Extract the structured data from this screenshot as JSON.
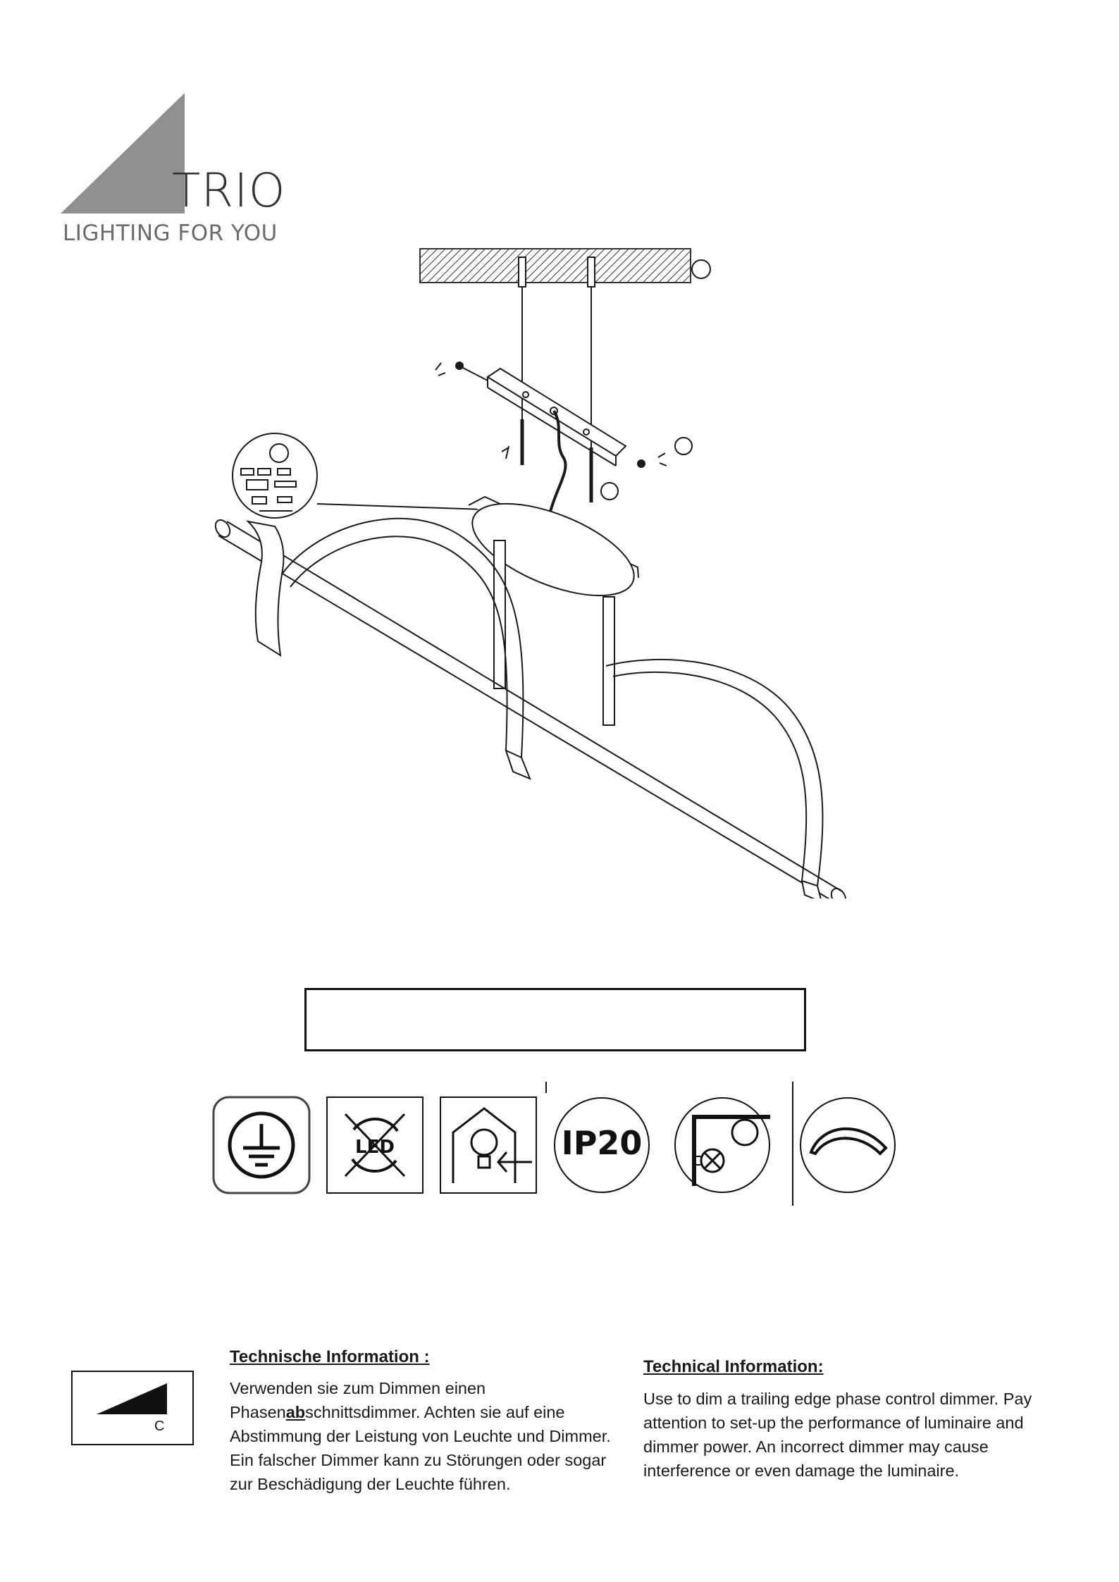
{
  "brand": {
    "name": "TRIO",
    "tagline": "LIGHTING FOR YOU"
  },
  "model_box": {
    "text": ""
  },
  "symbols": [
    {
      "icon": "protection-class-1-earth-icon"
    },
    {
      "icon": "led-not-replaceable-icon"
    },
    {
      "icon": "indoor-use-only-icon"
    },
    {
      "icon": "ip20-icon",
      "label": "IP20"
    },
    {
      "icon": "min-distance-icon"
    },
    {
      "icon": "adjustable-head-icon"
    }
  ],
  "dimmer": {
    "label": "C"
  },
  "technical_de": {
    "title": "Technische Information :",
    "text_before": "Verwenden sie zum Dimmen einen Phasen",
    "text_bold": "ab",
    "text_after": "schnittsdimmer. Achten sie auf eine Abstimmung der Leistung von Leuchte und Dimmer. Ein falscher Dimmer kann zu Störungen oder sogar zur Beschädigung der Leuchte führen."
  },
  "technical_en": {
    "title": "Technical Information:",
    "text": "Use to dim a trailing edge phase control dimmer. Pay attention to set-up the performance of luminaire and dimmer power. An incorrect dimmer may cause interference or even damage the luminaire."
  },
  "colors": {
    "ink": "#1a1a1a",
    "logo_gray": "#8f8f8f"
  }
}
